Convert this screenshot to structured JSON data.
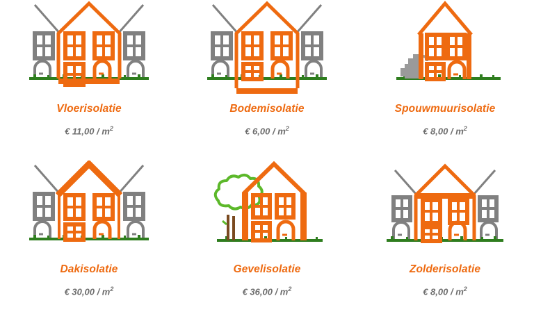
{
  "palette": {
    "orange": "#ee6a10",
    "gray": "#808080",
    "gray_dark": "#6e6e6e",
    "grass_green": "#2e7d1e",
    "tree_green": "#5cb82a",
    "tree_fill": "#ffffff",
    "trunk_brown": "#7a4a20",
    "background": "#ffffff"
  },
  "cards": [
    {
      "id": "vloerisolatie",
      "title": "Vloerisolatie",
      "price": "€ 11,00 / m",
      "price_sup": "2",
      "icon": "house-floor-insulation-icon"
    },
    {
      "id": "bodemisolatie",
      "title": "Bodemisolatie",
      "price": "€ 6,00 / m",
      "price_sup": "2",
      "icon": "house-ground-insulation-icon"
    },
    {
      "id": "spouwmuurisolatie",
      "title": "Spouwmuurisolatie",
      "price": "€ 8,00 / m",
      "price_sup": "2",
      "icon": "house-cavity-wall-insulation-icon"
    },
    {
      "id": "dakisolatie",
      "title": "Dakisolatie",
      "price": "€ 30,00 / m",
      "price_sup": "2",
      "icon": "house-roof-insulation-icon"
    },
    {
      "id": "gevelisolatie",
      "title": "Gevelisolatie",
      "price": "€ 36,00 / m",
      "price_sup": "2",
      "icon": "house-facade-insulation-icon"
    },
    {
      "id": "zolderisolatie",
      "title": "Zolderisolatie",
      "price": "€ 8,00 / m",
      "price_sup": "2",
      "icon": "house-attic-insulation-icon"
    }
  ]
}
